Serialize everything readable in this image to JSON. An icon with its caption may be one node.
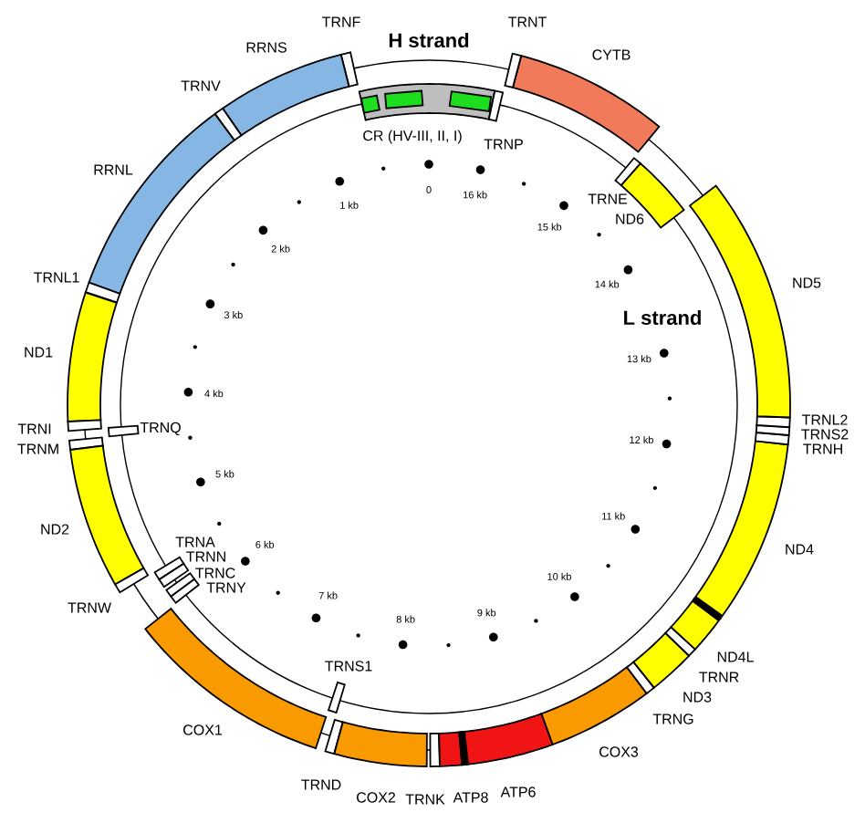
{
  "diagram": {
    "nodes": [
      {
        "text": [
          "CR (HV-III, II, I)"
        ]
      },
      {
        "text": [],
        "shape": "box",
        "in": 0
      },
      {
        "text": [],
        "shape": "box",
        "in": 0
      },
      {
        "text": [],
        "shape": "box",
        "in": 0
      },
      {
        "text": [
          "TRNF"
        ]
      },
      {
        "text": [
          "RRNS"
        ]
      },
      {
        "text": [
          "TRNV"
        ]
      },
      {
        "text": [
          "RRNL"
        ]
      },
      {
        "text": [
          "TRNL1"
        ]
      },
      {
        "text": [
          "ND1"
        ]
      },
      {
        "text": [
          "TRNI"
        ]
      },
      {
        "text": [
          "TRNQ"
        ]
      },
      {
        "text": [
          "TRNM"
        ]
      },
      {
        "text": [
          "ND2"
        ]
      },
      {
        "text": [
          "TRNW"
        ]
      },
      {
        "text": [
          "TRNA"
        ]
      },
      {
        "text": [
          "TRNN"
        ]
      },
      {
        "text": [
          "TRNC"
        ]
      },
      {
        "text": [
          "TRNY"
        ]
      },
      {
        "text": [
          "COX1"
        ]
      },
      {
        "text": [
          "TRNS1"
        ]
      },
      {
        "text": [
          "TRND"
        ]
      },
      {
        "text": [
          "COX2"
        ]
      },
      {
        "text": [
          "TRNK"
        ]
      },
      {
        "text": [
          "ATP8"
        ]
      },
      {
        "text": [
          "ATP6"
        ]
      },
      {
        "text": [
          "COX3"
        ]
      },
      {
        "text": [
          "TRNG"
        ]
      },
      {
        "text": [
          "ND3"
        ]
      },
      {
        "text": [
          "TRNR"
        ]
      },
      {
        "text": [
          "ND4L"
        ]
      },
      {
        "text": [
          "ND4"
        ]
      },
      {
        "text": [
          "TRNH"
        ]
      },
      {
        "text": [
          "TRNS2"
        ]
      },
      {
        "text": [
          "TRNL2"
        ]
      },
      {
        "text": [
          "ND5"
        ]
      },
      {
        "text": [
          "ND6"
        ]
      },
      {
        "text": [
          "TRNE"
        ]
      },
      {
        "text": [
          "CYTB"
        ]
      },
      {
        "text": [
          "TRNT"
        ]
      },
      {
        "text": [
          "TRNP"
        ]
      }
    ],
    "labels": [
      "H strand",
      "L strand",
      "0",
      "1 kb",
      "2 kb",
      "3 kb",
      "4 kb",
      "5 kb",
      "6 kb",
      "7 kb",
      "8 kb",
      "9 kb",
      "10 kb",
      "11 kb",
      "12 kb",
      "13 kb",
      "14 kb",
      "15 kb",
      "16 kb"
    ]
  }
}
